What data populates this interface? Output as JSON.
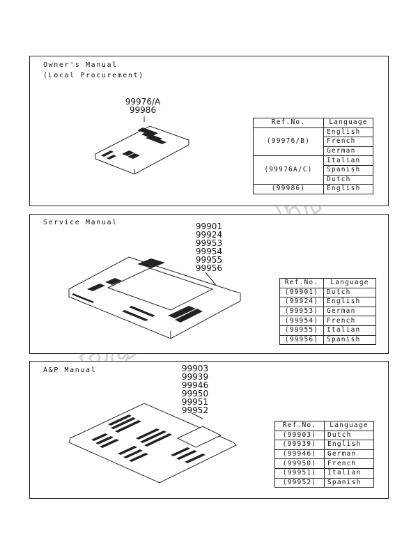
{
  "owners": {
    "title_line1": "Owner's Manual",
    "title_line2": "(Local Procurement)",
    "part_numbers": [
      "99976/A",
      "99986"
    ],
    "table": {
      "headers": [
        "Ref.No.",
        "Language"
      ],
      "groups": [
        {
          "ref": "(99976/B)",
          "languages": [
            "English",
            "French",
            "German"
          ]
        },
        {
          "ref": "(99976A/C)",
          "languages": [
            "Italian",
            "Spanish",
            "Dutch"
          ]
        },
        {
          "ref": "(99986)",
          "languages": [
            "English"
          ]
        }
      ]
    }
  },
  "service": {
    "title": "Service Manual",
    "part_numbers": [
      "99901",
      "99924",
      "99953",
      "99954",
      "99955",
      "99956"
    ],
    "table": {
      "headers": [
        "Ref.No.",
        "Language"
      ],
      "rows": [
        {
          "ref": "(99901)",
          "language": "Dutch"
        },
        {
          "ref": "(99924)",
          "language": "English"
        },
        {
          "ref": "(99953)",
          "language": "German"
        },
        {
          "ref": "(99954)",
          "language": "French"
        },
        {
          "ref": "(99955)",
          "language": "Italian"
        },
        {
          "ref": "(99956)",
          "language": "Spanish"
        }
      ]
    }
  },
  "ap": {
    "title": "A&P Manual",
    "part_numbers": [
      "99903",
      "99939",
      "99946",
      "99950",
      "99951",
      "99952"
    ],
    "table": {
      "headers": [
        "Ref.No.",
        "Language"
      ],
      "rows": [
        {
          "ref": "(99903)",
          "language": "Dutch"
        },
        {
          "ref": "(99939)",
          "language": "English"
        },
        {
          "ref": "(99946)",
          "language": "German"
        },
        {
          "ref": "(99950)",
          "language": "French"
        },
        {
          "ref": "(99951)",
          "language": "Italian"
        },
        {
          "ref": "(99952)",
          "language": "Spanish"
        }
      ]
    }
  },
  "watermark": {
    "text": "PartsRepublik"
  },
  "colors": {
    "line": "#222222",
    "watermark": "#d4d4d4"
  }
}
